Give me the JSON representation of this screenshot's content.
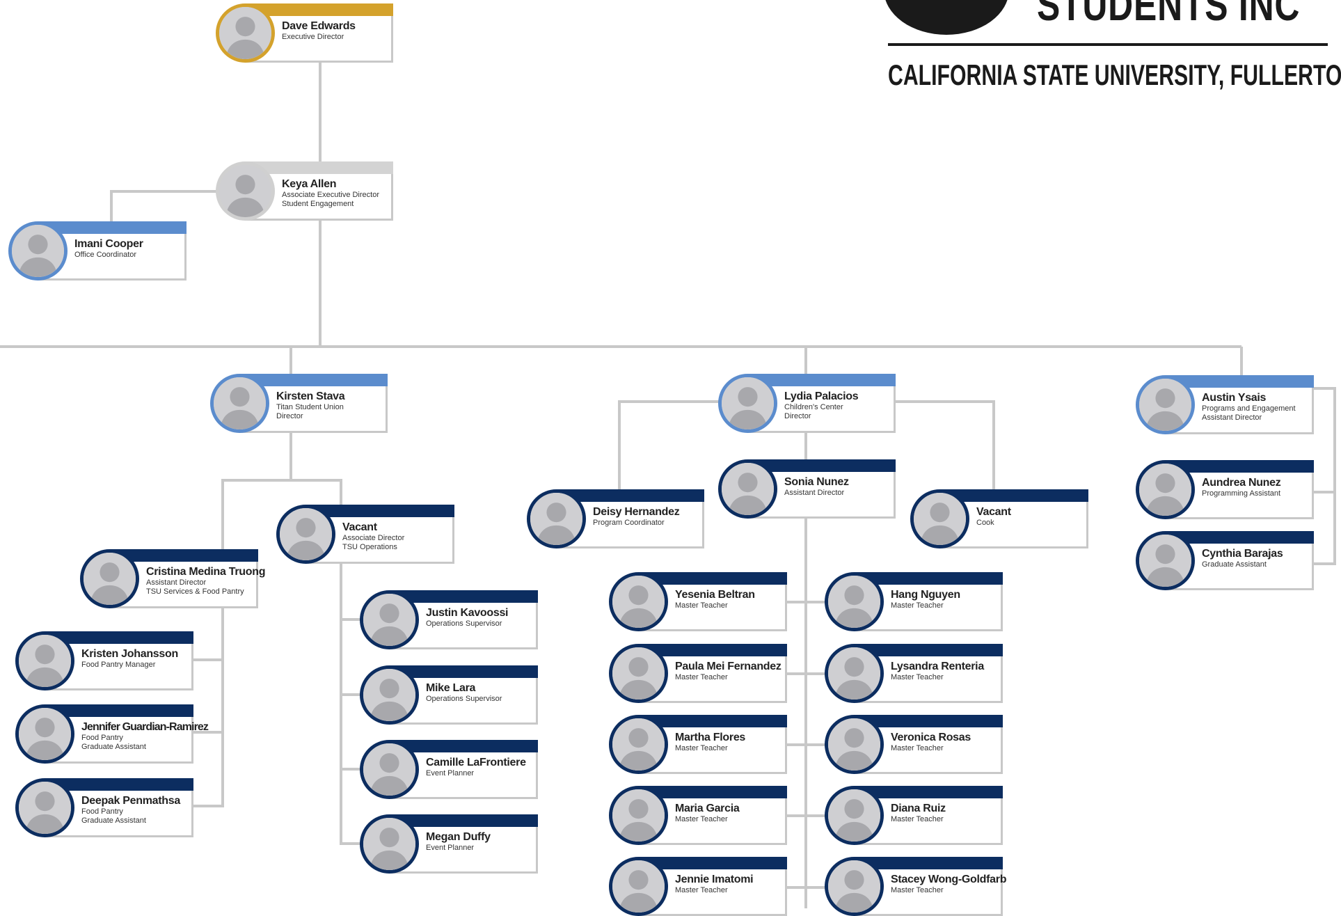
{
  "logo": {
    "brand": "STUDENTS INC",
    "university": "CALIFORNIA STATE UNIVERSITY, FULLERTON",
    "trademark": "™"
  },
  "colors": {
    "navy": "#0c2d60",
    "blue": "#5b8ccd",
    "gold": "#d4a22c",
    "gray": "#d3d3d3",
    "connector": "#c8c8c8"
  },
  "avatar_icon": "person-silhouette-icon",
  "staff": {
    "dave_edwards": {
      "name": "Dave Edwards",
      "title1": "Executive Director",
      "title2": ""
    },
    "keya_allen": {
      "name": "Keya Allen",
      "title1": "Associate Executive Director",
      "title2": "Student Engagement"
    },
    "imani_cooper": {
      "name": "Imani Cooper",
      "title1": "Office Coordinator",
      "title2": ""
    },
    "kirsten_stava": {
      "name": "Kirsten Stava",
      "title1": "Titan Student Union",
      "title2": "Director"
    },
    "lydia_palacios": {
      "name": "Lydia Palacios",
      "title1": "Children's Center",
      "title2": "Director"
    },
    "austin_ysais": {
      "name": "Austin Ysais",
      "title1": "Programs and Engagement",
      "title2": "Assistant Director"
    },
    "vacant_assoc": {
      "name": "Vacant",
      "title1": "Associate Director",
      "title2": "TSU Operations"
    },
    "cristina_medina_truong": {
      "name": "Cristina Medina Truong",
      "title1": "Assistant Director",
      "title2": "TSU Services & Food Pantry"
    },
    "kristen_johansson": {
      "name": "Kristen Johansson",
      "title1": "Food Pantry Manager",
      "title2": ""
    },
    "jennifer_guardian_ramirez": {
      "name": "Jennifer Guardian-Ramirez",
      "title1": "Food Pantry",
      "title2": "Graduate Assistant"
    },
    "deepak_penmathsa": {
      "name": "Deepak Penmathsa",
      "title1": "Food Pantry",
      "title2": "Graduate Assistant"
    },
    "justin_kavoossi": {
      "name": "Justin Kavoossi",
      "title1": "Operations Supervisor",
      "title2": ""
    },
    "mike_lara": {
      "name": "Mike Lara",
      "title1": "Operations Supervisor",
      "title2": ""
    },
    "camille_lafrontiere": {
      "name": "Camille LaFrontiere",
      "title1": "Event Planner",
      "title2": ""
    },
    "megan_duffy": {
      "name": "Megan Duffy",
      "title1": "Event Planner",
      "title2": ""
    },
    "deisy_hernandez": {
      "name": "Deisy Hernandez",
      "title1": "Program Coordinator",
      "title2": ""
    },
    "sonia_nunez": {
      "name": "Sonia Nunez",
      "title1": "Assistant Director",
      "title2": ""
    },
    "vacant_cook": {
      "name": "Vacant",
      "title1": "Cook",
      "title2": ""
    },
    "yesenia_beltran": {
      "name": "Yesenia Beltran",
      "title1": "Master Teacher",
      "title2": ""
    },
    "paula_mei_fernandez": {
      "name": "Paula Mei Fernandez",
      "title1": "Master Teacher",
      "title2": ""
    },
    "martha_flores": {
      "name": "Martha Flores",
      "title1": "Master Teacher",
      "title2": ""
    },
    "maria_garcia": {
      "name": "Maria Garcia",
      "title1": "Master Teacher",
      "title2": ""
    },
    "jennie_imatomi": {
      "name": "Jennie Imatomi",
      "title1": "Master Teacher",
      "title2": ""
    },
    "hang_nguyen": {
      "name": "Hang Nguyen",
      "title1": "Master Teacher",
      "title2": ""
    },
    "lysandra_renteria": {
      "name": "Lysandra Renteria",
      "title1": "Master Teacher",
      "title2": ""
    },
    "veronica_rosas": {
      "name": "Veronica Rosas",
      "title1": "Master Teacher",
      "title2": ""
    },
    "diana_ruiz": {
      "name": "Diana Ruiz",
      "title1": "Master Teacher",
      "title2": ""
    },
    "stacey_wong_goldfarb": {
      "name": "Stacey Wong-Goldfarb",
      "title1": "Master Teacher",
      "title2": ""
    },
    "aundrea_nunez": {
      "name": "Aundrea Nunez",
      "title1": "Programming Assistant",
      "title2": ""
    },
    "cynthia_barajas": {
      "name": "Cynthia Barajas",
      "title1": "Graduate Assistant",
      "title2": ""
    }
  }
}
